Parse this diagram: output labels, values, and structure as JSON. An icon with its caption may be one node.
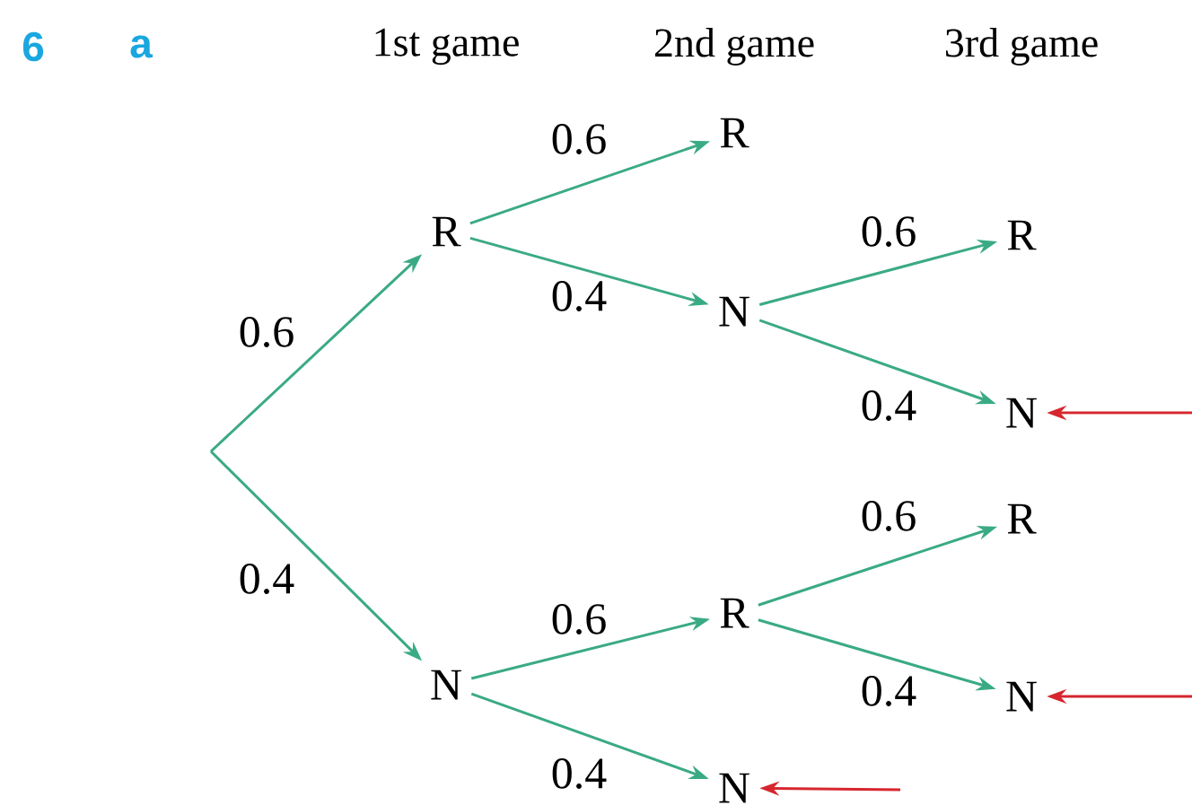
{
  "diagram": {
    "nodes": [
      {
        "text": [
          "R"
        ]
      },
      {
        "text": [
          "N"
        ]
      },
      {
        "text": [
          "R"
        ]
      },
      {
        "text": [
          "N"
        ]
      },
      {
        "text": [
          "R"
        ]
      },
      {
        "text": [
          "N"
        ]
      },
      {
        "text": [
          "R"
        ]
      },
      {
        "text": [
          "N"
        ]
      },
      {
        "text": [
          "R"
        ]
      },
      {
        "text": [
          "N"
        ]
      }
    ],
    "edges": [
      {
        "from": null,
        "to": 0,
        "arrow": "to",
        "label": "0.6"
      },
      {
        "from": null,
        "to": 1,
        "arrow": "to",
        "label": "0.4"
      },
      {
        "from": 0,
        "to": 2,
        "arrow": "to",
        "label": "0.6"
      },
      {
        "from": 0,
        "to": 3,
        "arrow": "to",
        "label": "0.4"
      },
      {
        "from": 3,
        "to": 6,
        "arrow": "to",
        "label": "0.6"
      },
      {
        "from": 3,
        "to": 7,
        "arrow": "to",
        "label": "0.4"
      },
      {
        "from": 1,
        "to": 4,
        "arrow": "to",
        "label": "0.6"
      },
      {
        "from": 1,
        "to": 5,
        "arrow": "to",
        "label": "0.4"
      },
      {
        "from": 4,
        "to": 8,
        "arrow": "to",
        "label": "0.6"
      },
      {
        "from": 4,
        "to": 9,
        "arrow": "to",
        "label": "0.4"
      },
      {
        "from": null,
        "to": 7,
        "arrow": "to",
        "color": "#d7262e"
      },
      {
        "from": null,
        "to": 9,
        "arrow": "to",
        "color": "#d7262e"
      },
      {
        "from": null,
        "to": 5,
        "arrow": "to",
        "color": "#d7262e"
      }
    ],
    "labels": [
      "6",
      "a",
      "1st game",
      "2nd game",
      "3rd game"
    ]
  }
}
